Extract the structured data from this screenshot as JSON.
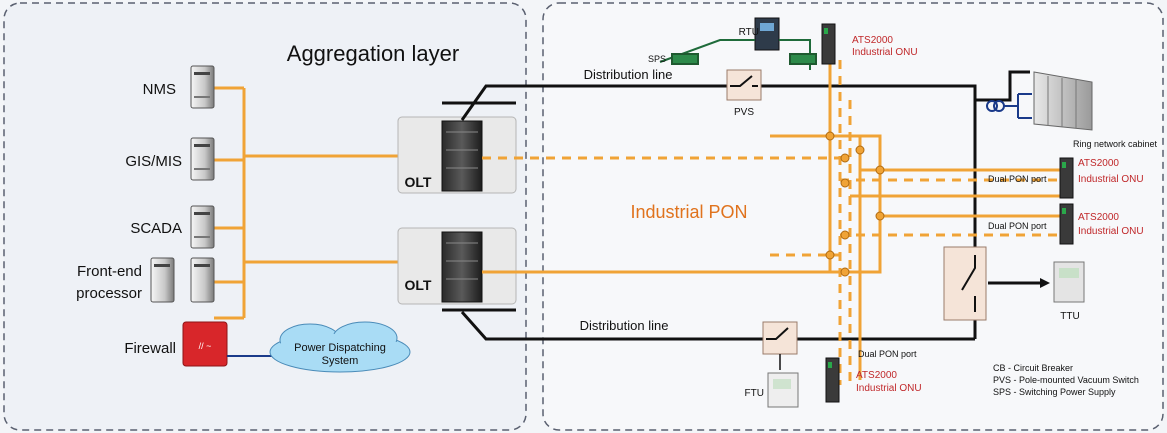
{
  "left_panel": {
    "title": "Aggregation layer",
    "systems": {
      "nms": "NMS",
      "gis": "GIS/MIS",
      "scada": "SCADA",
      "frontend_1": "Front-end",
      "frontend_2": "processor",
      "firewall": "Firewall"
    },
    "cloud_1": "Power Dispatching",
    "cloud_2": "System",
    "olt_top": "OLT",
    "olt_bottom": "OLT"
  },
  "right_panel": {
    "network_label": "Industrial PON",
    "distribution_line_top": "Distribution line",
    "distribution_line_bottom": "Distribution line",
    "rtu": "RTU",
    "sps": "SPS",
    "pvs": "PVS",
    "ftu": "FTU",
    "ttu": "TTU",
    "ring_cabinet": "Ring network cabinet",
    "onus": [
      {
        "model": "ATS2000",
        "type": "Industrial ONU"
      },
      {
        "model": "ATS2000",
        "type": "Industrial ONU",
        "port": "Dual PON port"
      },
      {
        "model": "ATS2000",
        "type": "Industrial ONU",
        "port": "Dual PON port"
      },
      {
        "model": "ATS2000",
        "type": "Industrial ONU",
        "port": "Dual PON port"
      }
    ],
    "legend": [
      "CB - Circuit Breaker",
      "PVS - Pole-mounted Vacuum Switch",
      "SPS - Switching Power Supply"
    ]
  },
  "colors": {
    "fiber": "#f0a336",
    "line": "#111111",
    "accent_red": "#c0282a",
    "pon_text": "#e0731d",
    "cloud": "#a9dcf5"
  }
}
